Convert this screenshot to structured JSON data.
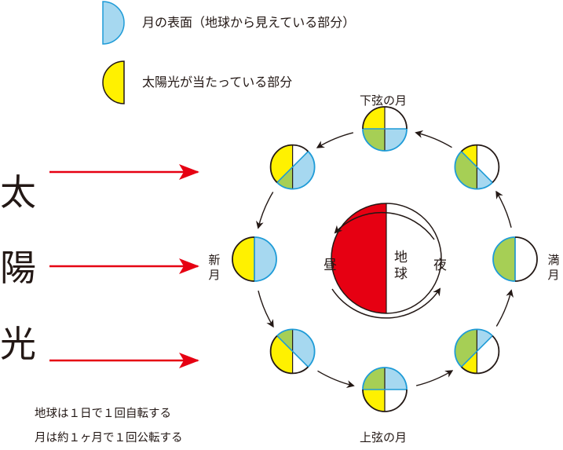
{
  "legend": {
    "items": [
      {
        "label": "月の表面（地球から見えている部分）",
        "color": "#a6d8f0",
        "stroke": "#1e9bd7"
      },
      {
        "label": "太陽光が当たっている部分",
        "color": "#fff100",
        "stroke": "#231815"
      }
    ]
  },
  "sun": {
    "chars": [
      "太",
      "陽",
      "光"
    ],
    "arrow_color": "#e60012"
  },
  "earth": {
    "label_chars": [
      "地",
      "球"
    ],
    "day_label": "昼",
    "night_label": "夜",
    "day_color": "#e60012"
  },
  "moon_labels": {
    "third_quarter": "下弦の月",
    "first_quarter": "上弦の月",
    "new_moon": [
      "新",
      "月"
    ],
    "full_moon": [
      "満",
      "月"
    ]
  },
  "colors": {
    "lit": "#fff100",
    "visible": "#a6d8f0",
    "lit_visible": "#a6cf55",
    "dark": "#ffffff",
    "visible_stroke": "#1e9bd7",
    "outline": "#231815"
  },
  "moons": [
    {
      "name": "third-quarter",
      "phase_angle": 90
    },
    {
      "name": "waning-crescent",
      "phase_angle": 45
    },
    {
      "name": "new-moon",
      "phase_angle": 0
    },
    {
      "name": "waxing-crescent",
      "phase_angle": -45
    },
    {
      "name": "first-quarter",
      "phase_angle": -90
    },
    {
      "name": "waxing-gibbous",
      "phase_angle": -135
    },
    {
      "name": "full-moon",
      "phase_angle": 180
    },
    {
      "name": "waning-gibbous",
      "phase_angle": 135
    }
  ],
  "notes": [
    "地球は１日で１回自転する",
    "月は約１ヶ月で１回公転する"
  ]
}
